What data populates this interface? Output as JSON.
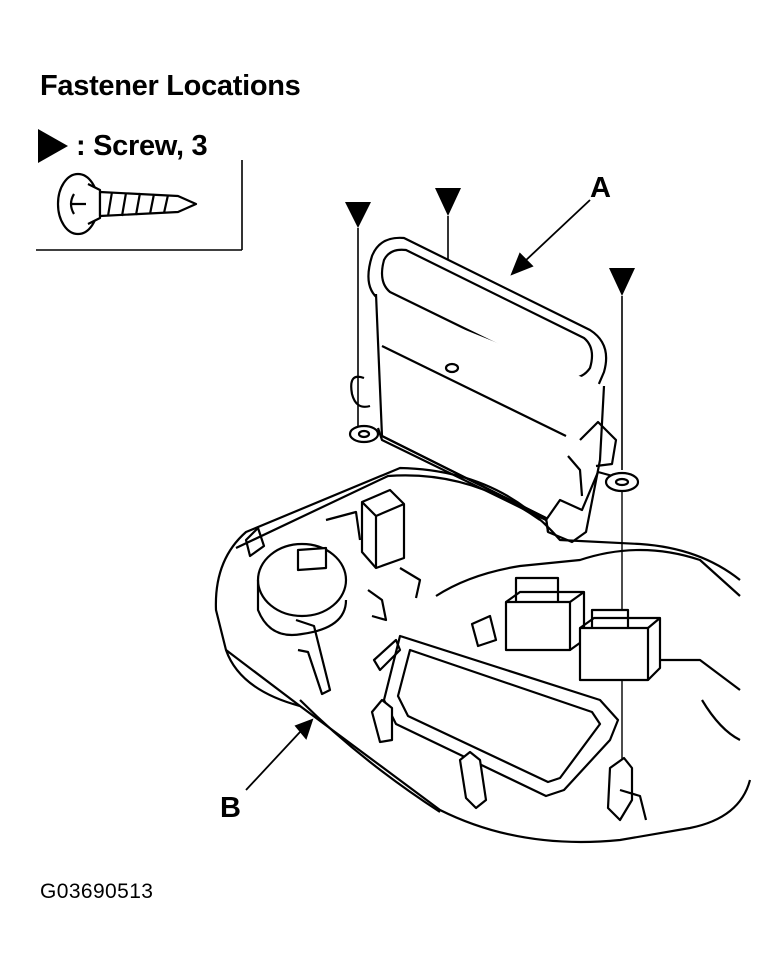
{
  "header": {
    "title": "Fastener Locations"
  },
  "legend": {
    "symbol": "triangle-arrow-icon",
    "label": ": Screw, 3",
    "icon": "screw-icon"
  },
  "callouts": {
    "a": "A",
    "b": "B"
  },
  "footer": {
    "code": "G03690513"
  },
  "colors": {
    "line": "#000000",
    "background": "#ffffff"
  }
}
